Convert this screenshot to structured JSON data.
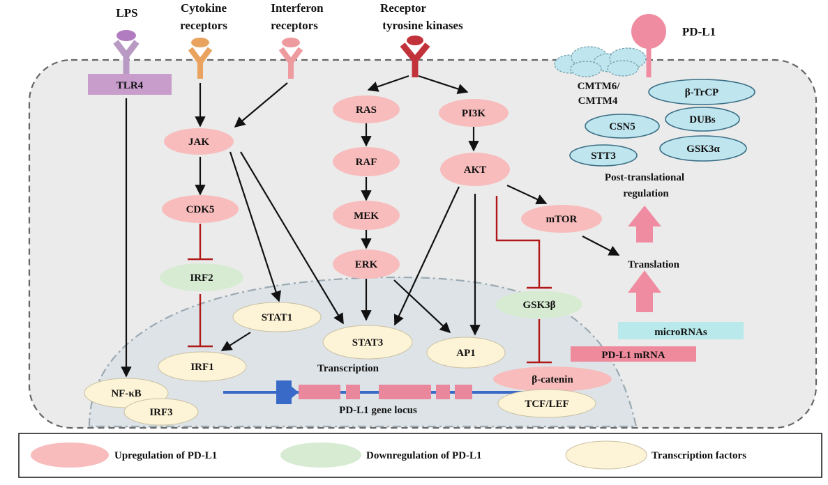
{
  "colors": {
    "up": "#f8bcbc",
    "down": "#d6ebd2",
    "tf": "#fdf3d6",
    "post": "#bfe5ee",
    "micro": "#b9e9ea",
    "mrna": "#ee8a9c",
    "inhibit": "#b01818",
    "tlr4": "#c89ccb",
    "lps": "#b27cc0",
    "cytokine": "#e9a35f",
    "interferon": "#ee9b9f",
    "rtk": "#c2323b",
    "pdl1": "#f08ca1",
    "gene": "#3a6ac8",
    "exon": "#e9879c",
    "nucleus": "#dde3e7"
  },
  "receptors": {
    "lps": "LPS",
    "cytokine_1": "Cytokine",
    "cytokine_2": "receptors",
    "interferon_1": "Interferon",
    "interferon_2": "receptors",
    "rtk_1": "Receptor",
    "rtk_2": "tyrosine kinases",
    "pdl1": "PD-L1",
    "tlr4": "TLR4"
  },
  "nodes": {
    "jak": "JAK",
    "cdk5": "CDK5",
    "irf2": "IRF2",
    "stat1": "STAT1",
    "irf1": "IRF1",
    "nfkb": "NF-κB",
    "irf3": "IRF3",
    "ras": "RAS",
    "raf": "RAF",
    "mek": "MEK",
    "erk": "ERK",
    "stat3": "STAT3",
    "pi3k": "PI3K",
    "akt": "AKT",
    "mtor": "mTOR",
    "ap1": "AP1",
    "gsk3b": "GSK3β",
    "bcatenin": "β-catenin",
    "tcflef": "TCF/LEF"
  },
  "post_translational": {
    "cmtm_1": "CMTM6/",
    "cmtm_2": "CMTM4",
    "btrcp": "β-TrCP",
    "csn5": "CSN5",
    "dubs": "DUBs",
    "stt3": "STT3",
    "gsk3a": "GSK3α",
    "label_1": "Post-translational",
    "label_2": "regulation"
  },
  "labels": {
    "translation": "Translation",
    "micrornas": "microRNAs",
    "pdl1_mrna": "PD-L1 mRNA",
    "transcription": "Transcription",
    "gene_locus": "PD-L1 gene locus"
  },
  "legend": {
    "upregulation": "Upregulation of PD-L1",
    "downregulation": "Downregulation of PD-L1",
    "transcription_factors": "Transcription factors"
  }
}
